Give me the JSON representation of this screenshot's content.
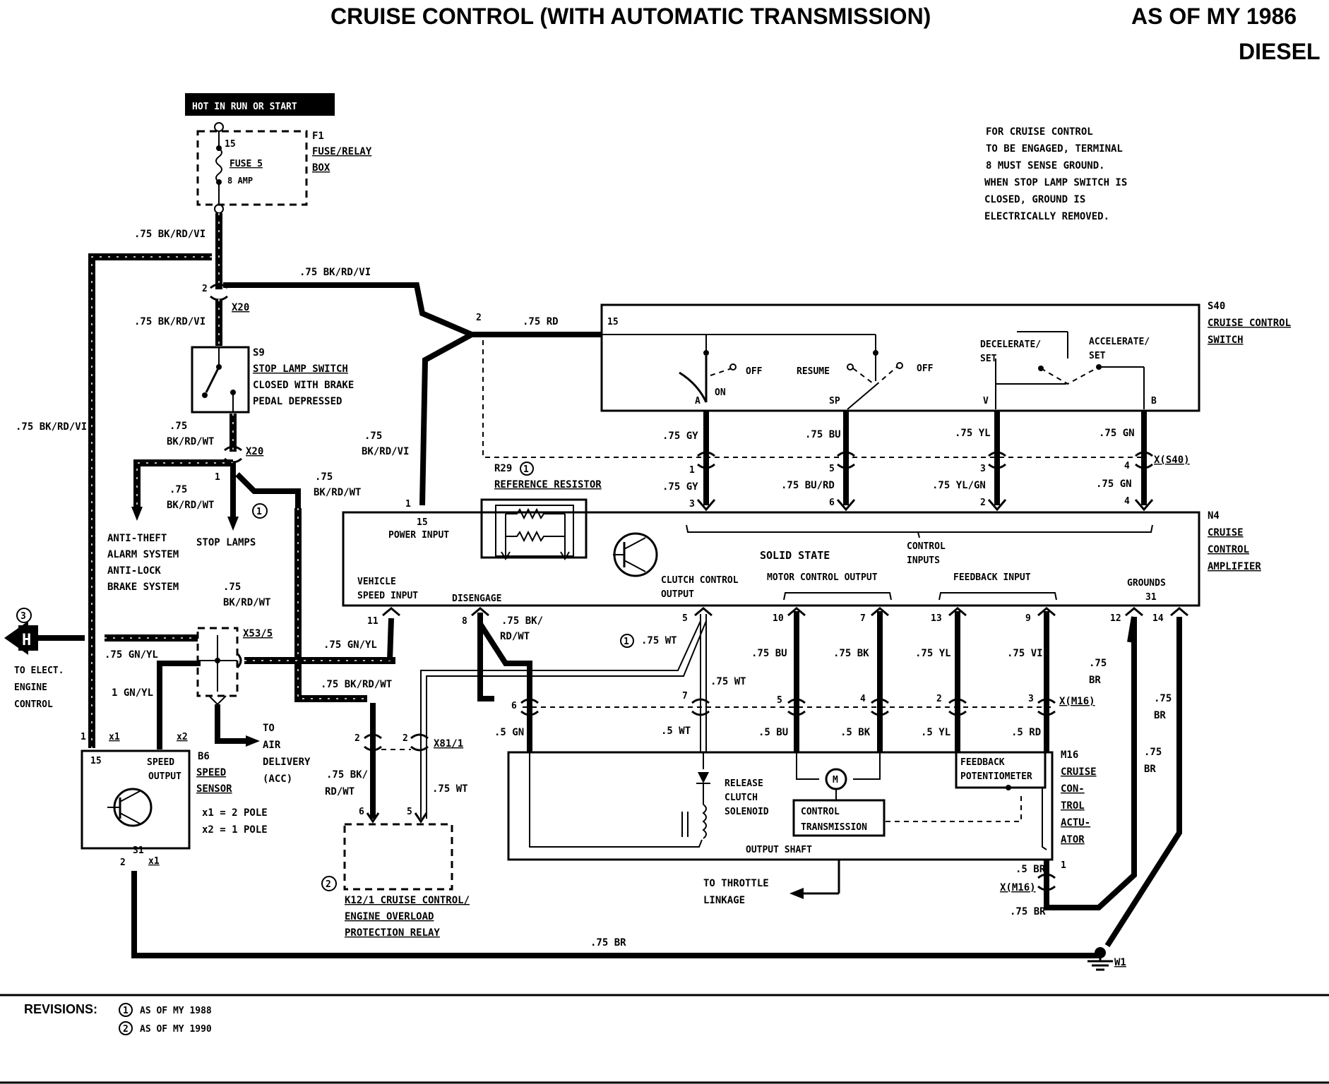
{
  "header": {
    "title": "CRUISE CONTROL (WITH AUTOMATIC TRANSMISSION)",
    "model_year": "AS OF MY 1986",
    "engine": "DIESEL"
  },
  "hot_label": "HOT IN RUN OR START",
  "note": [
    "FOR CRUISE CONTROL",
    "TO BE ENGAGED, TERMINAL",
    "8 MUST SENSE GROUND.",
    "WHEN STOP LAMP SWITCH IS",
    "CLOSED, GROUND IS",
    "ELECTRICALLY REMOVED."
  ],
  "f1": {
    "id": "F1",
    "name1": "FUSE/RELAY",
    "name2": "BOX",
    "fuse": "FUSE 5",
    "amp": "8 AMP",
    "pin": "15"
  },
  "s9": {
    "id": "S9",
    "name": "STOP LAMP SWITCH",
    "desc1": "CLOSED WITH BRAKE",
    "desc2": "PEDAL DEPRESSED"
  },
  "s40": {
    "id": "S40",
    "name1": "CRUISE CONTROL",
    "name2": "SWITCH",
    "pin15": "15",
    "on": "ON",
    "off1": "OFF",
    "resume": "RESUME",
    "off2": "OFF",
    "decel1": "DECELERATE/",
    "decel2": "SET",
    "accel1": "ACCELERATE/",
    "accel2": "SET",
    "pins": [
      "A",
      "SP",
      "V",
      "B"
    ]
  },
  "n4": {
    "id": "N4",
    "name1": "CRUISE",
    "name2": "CONTROL",
    "name3": "AMPLIFIER",
    "power_pin": "15",
    "power": "POWER INPUT",
    "solid": "SOLID STATE",
    "control1": "CONTROL",
    "control2": "INPUTS",
    "vss1": "VEHICLE",
    "vss2": "SPEED INPUT",
    "disengage": "DISENGAGE",
    "clutch1": "CLUTCH CONTROL",
    "clutch2": "OUTPUT",
    "motor": "MOTOR CONTROL OUTPUT",
    "feedback": "FEEDBACK INPUT",
    "grounds": "GROUNDS",
    "grounds_pin": "31"
  },
  "r29": {
    "id": "R29",
    "name": "REFERENCE  RESISTOR"
  },
  "x20": "X20",
  "xs40": "X(S40)",
  "x53": "X53/5",
  "x81": "X81/1",
  "xm16": "X(M16)",
  "b6": {
    "id": "B6",
    "name1": "SPEED",
    "name2": "SENSOR",
    "speed1": "SPEED",
    "speed2": "OUTPUT",
    "pin15": "15",
    "pin31": "31",
    "pole1": "x1 = 2 POLE",
    "pole2": "x2 = 1 POLE",
    "x1": "x1",
    "x2": "x2"
  },
  "k12": {
    "circle": "2",
    "name1": "K12/1 CRUISE CONTROL/",
    "name2": "ENGINE OVERLOAD",
    "name3": "PROTECTION RELAY"
  },
  "m16": {
    "id": "M16",
    "name": [
      "CRUISE",
      "CON-",
      "TROL",
      "ACTU-",
      "ATOR"
    ],
    "release1": "RELEASE",
    "release2": "CLUTCH",
    "release3": "SOLENOID",
    "control1": "CONTROL",
    "control2": "TRANSMISSION",
    "output_shaft": "OUTPUT SHAFT",
    "fb1": "FEEDBACK",
    "fb2": "POTENTIOMETER",
    "motor": "M"
  },
  "destinations": {
    "antitheft": [
      "ANTI-THEFT",
      "ALARM SYSTEM",
      "ANTI-LOCK",
      "BRAKE SYSTEM"
    ],
    "stoplamps": "STOP LAMPS",
    "air": [
      "TO",
      "AIR",
      "DELIVERY",
      "(ACC)"
    ],
    "engine": [
      "TO ELECT.",
      "ENGINE",
      "CONTROL"
    ],
    "throttle": [
      "TO THROTTLE",
      "LINKAGE"
    ],
    "h": "H",
    "h_circle": "3"
  },
  "wires": {
    "bkrdvi": ".75 BK/RD/VI",
    "rd": ".75 RD",
    "gy": ".75 GY",
    "bu": ".75 BU",
    "yl": ".75 YL",
    "gn": ".75 GN",
    "burd": ".75 BU/RD",
    "ylgn": ".75 YL/GN",
    "v75": ".75",
    "bkrdwt": "BK/RD/WT",
    "bkrdvi2": "BK/RD/VI",
    "bkrdwt_full": ".75 BK/RD/WT",
    "gnyl": ".75 GN/YL",
    "gnyl1": "1 GN/YL",
    "bkslash": ".75 BK/",
    "rdwt": "RD/WT",
    "wt": ".75 WT",
    "gn5": ".5 GN",
    "wt5": ".5 WT",
    "bu5": ".5 BU",
    "bk5": ".5 BK",
    "yl5": ".5 YL",
    "rd5": ".5 RD",
    "br": ".75 BR",
    "br5": ".5 BR",
    "br_short": "BR",
    "bk75": ".75 BK",
    "vi75": ".75 VI"
  },
  "ground": "W1",
  "pins": {
    "n4_top": [
      "1",
      "5",
      "3",
      "4"
    ],
    "n4_top2": [
      "3",
      "6",
      "2",
      "4"
    ],
    "n4_bot": [
      "11",
      "8",
      "5",
      "10",
      "7",
      "13",
      "9",
      "12",
      "14"
    ],
    "xm16": [
      "6",
      "7",
      "5",
      "4",
      "2",
      "3"
    ],
    "misc": [
      "2",
      "1",
      "1",
      "2",
      "6",
      "5",
      "1",
      "2",
      "1",
      "1"
    ]
  },
  "revisions": {
    "label": "REVISIONS:",
    "r1_num": "1",
    "r1": "AS OF MY 1988",
    "r2_num": "2",
    "r2": "AS OF MY 1990"
  }
}
